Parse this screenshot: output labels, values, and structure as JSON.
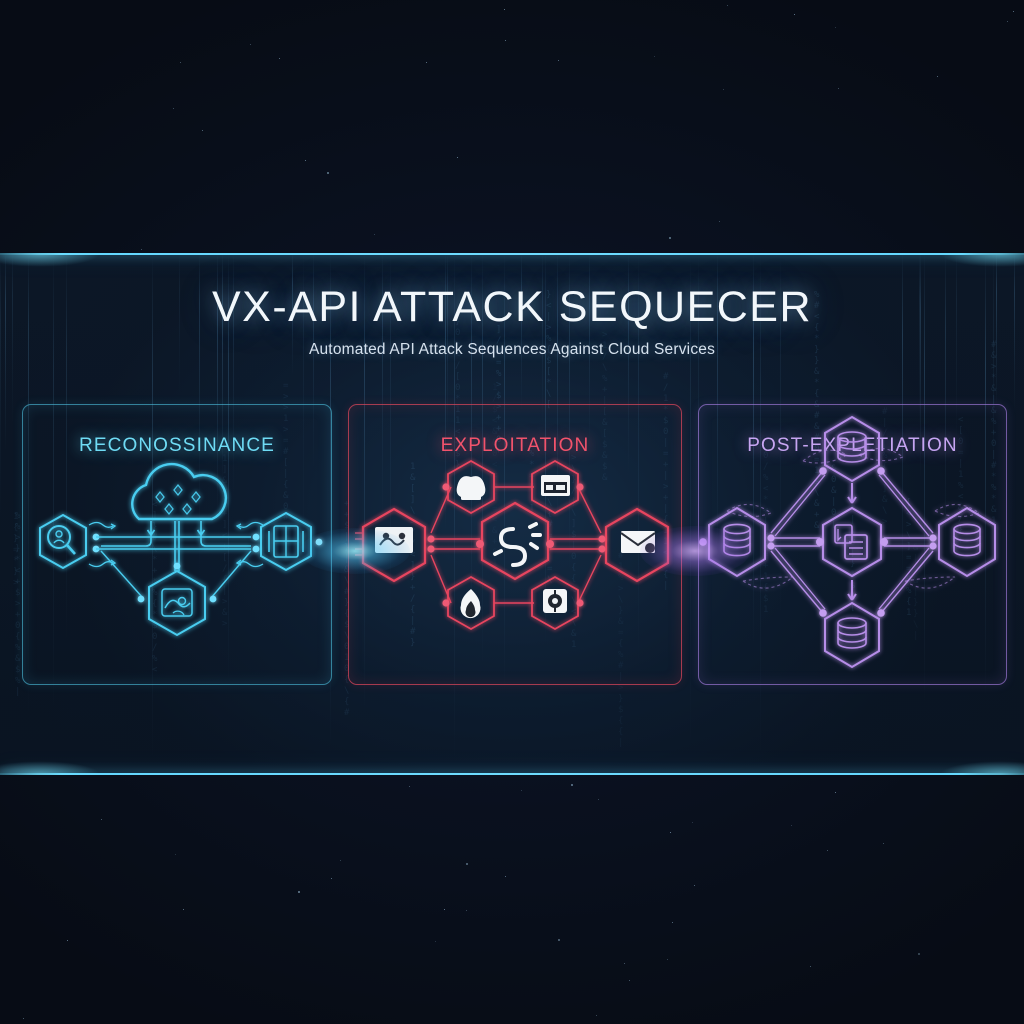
{
  "header": {
    "title": "VX-API ATTACK SEQUECER",
    "subtitle": "Automated API Attack Sequences Against Cloud Services"
  },
  "colors": {
    "background": "#0a1120",
    "band": "#0c1726",
    "band_edge": "#63d8ff",
    "recon_accent": "#6fdcf5",
    "exploit_accent": "#f2536c",
    "post_accent": "#c7a5f2",
    "title_text": "#f2f7fb",
    "subtitle_text": "#d6e2ee"
  },
  "panels": [
    {
      "id": "reconnaissance",
      "label": "RECONOSSINANCE",
      "accent": "#6fdcf5",
      "nodes": [
        {
          "name": "target-discovery-node",
          "icon": "magnifier-person-icon",
          "shape": "hexagon"
        },
        {
          "name": "cloud-enumeration-node",
          "icon": "cloud-data-icon",
          "shape": "cloud"
        },
        {
          "name": "asset-scan-node",
          "icon": "radar-scan-icon",
          "shape": "hexagon"
        },
        {
          "name": "server-fingerprint-node",
          "icon": "server-rack-icon",
          "shape": "hexagon"
        }
      ]
    },
    {
      "id": "exploitation",
      "label": "EXPLOITATION",
      "accent": "#f2536c",
      "nodes": [
        {
          "name": "intrusion-entry-node",
          "icon": "attacker-mask-icon",
          "shape": "hexagon"
        },
        {
          "name": "payload-node",
          "icon": "skull-mask-icon",
          "shape": "hexagon"
        },
        {
          "name": "terminal-node",
          "icon": "terminal-code-icon",
          "shape": "hexagon"
        },
        {
          "name": "injection-node",
          "icon": "broken-chain-icon",
          "shape": "hexagon"
        },
        {
          "name": "firewall-breach-node",
          "icon": "flame-breach-icon",
          "shape": "hexagon"
        },
        {
          "name": "credential-crack-node",
          "icon": "cipher-lock-icon",
          "shape": "hexagon"
        },
        {
          "name": "exfil-transmit-node",
          "icon": "envelope-send-icon",
          "shape": "hexagon"
        }
      ]
    },
    {
      "id": "post-exploitation",
      "label": "POST-EXPLETIATION",
      "accent": "#c7a5f2",
      "nodes": [
        {
          "name": "database-top-node",
          "icon": "database-icon",
          "shape": "hexagon"
        },
        {
          "name": "database-left-node",
          "icon": "database-icon",
          "shape": "hexagon"
        },
        {
          "name": "data-staging-node",
          "icon": "document-copy-icon",
          "shape": "hexagon"
        },
        {
          "name": "database-right-node",
          "icon": "database-icon",
          "shape": "hexagon"
        },
        {
          "name": "database-bottom-node",
          "icon": "database-icon",
          "shape": "hexagon"
        }
      ]
    }
  ],
  "transitions": [
    {
      "name": "recon-to-exploit-burst",
      "color": "#7fe0ff"
    },
    {
      "name": "exploit-to-post-burst",
      "color": "#c79bf5"
    }
  ]
}
